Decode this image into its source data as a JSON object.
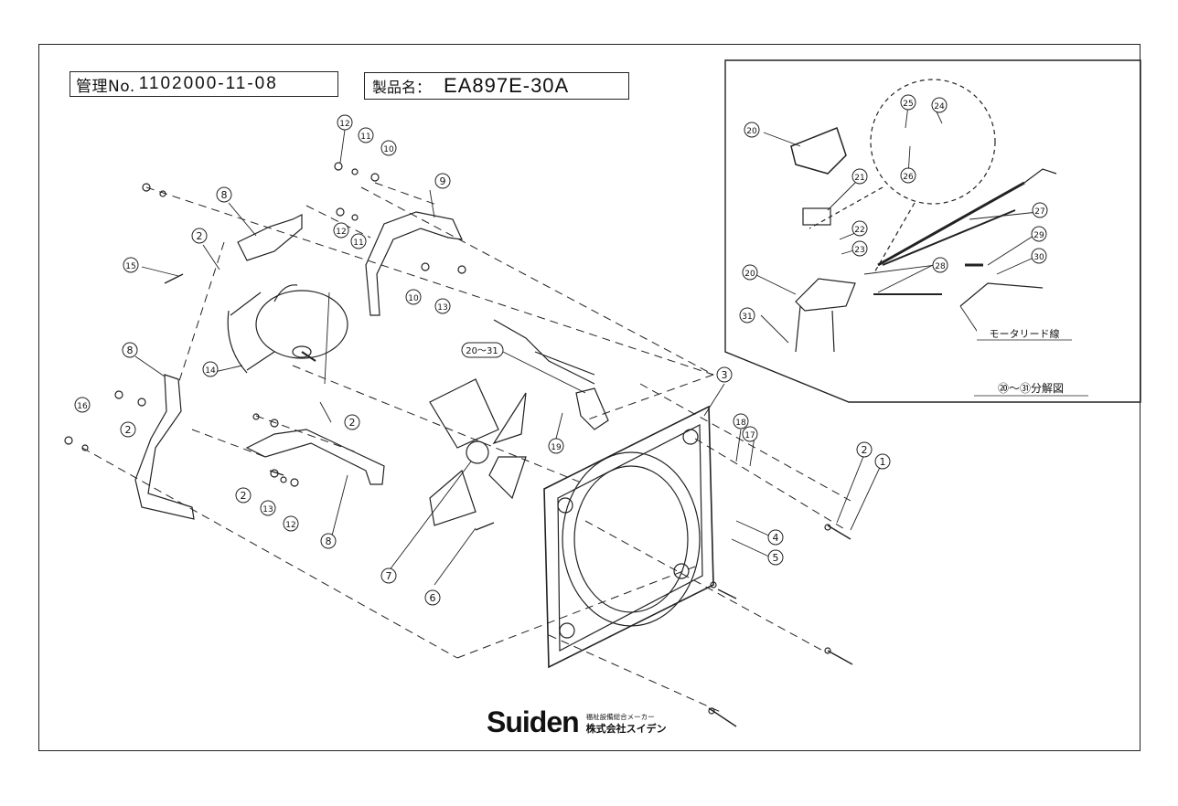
{
  "header": {
    "mgmt_label": "管理No.",
    "mgmt_value": "1102000-11-08",
    "product_label": "製品名：",
    "product_value": "EA897E-30A"
  },
  "labels": {
    "motor_lead": "モータリード線",
    "exploded_view": "⑳～㉛分解図"
  },
  "brand": {
    "logo": "Suiden",
    "line1": "福祉設備総合メーカー",
    "line2": "株式会社スイデン"
  },
  "callouts": [
    "1",
    "2",
    "3",
    "4",
    "5",
    "6",
    "7",
    "8",
    "9",
    "10",
    "11",
    "12",
    "13",
    "14",
    "15",
    "16",
    "17",
    "18",
    "19",
    "20",
    "21",
    "22",
    "23",
    "24",
    "25",
    "26",
    "27",
    "28",
    "29",
    "30",
    "31",
    "20～31"
  ]
}
